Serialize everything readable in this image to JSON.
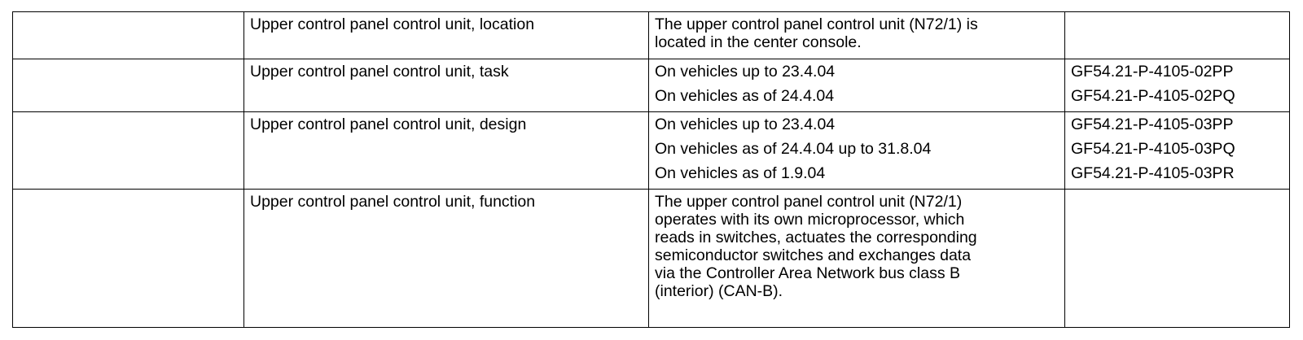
{
  "rows": [
    {
      "topic": "Upper control panel control unit, location",
      "description_lines": [
        "The upper control panel control unit (N72/1) is",
        "located in the center console."
      ],
      "reference": ""
    },
    {
      "topic": "Upper control panel control unit, task",
      "variants": [
        {
          "condition": "On vehicles up to 23.4.04",
          "reference": "GF54.21-P-4105-02PP"
        },
        {
          "condition": "On vehicles as of 24.4.04",
          "reference": "GF54.21-P-4105-02PQ"
        }
      ]
    },
    {
      "topic": "Upper control panel control unit, design",
      "variants": [
        {
          "condition": "On vehicles up to 23.4.04",
          "reference": "GF54.21-P-4105-03PP"
        },
        {
          "condition": "On vehicles as of 24.4.04 up to 31.8.04",
          "reference": "GF54.21-P-4105-03PQ"
        },
        {
          "condition": "On vehicles as of 1.9.04",
          "reference": "GF54.21-P-4105-03PR"
        }
      ]
    },
    {
      "topic": "Upper control panel control unit, function",
      "description_lines": [
        "The upper control panel control unit (N72/1)",
        "operates with its own microprocessor, which",
        "reads in switches, actuates the corresponding",
        "semiconductor switches and exchanges data",
        "via the Controller Area Network bus class B",
        "(interior) (CAN-B)."
      ],
      "reference": ""
    }
  ]
}
